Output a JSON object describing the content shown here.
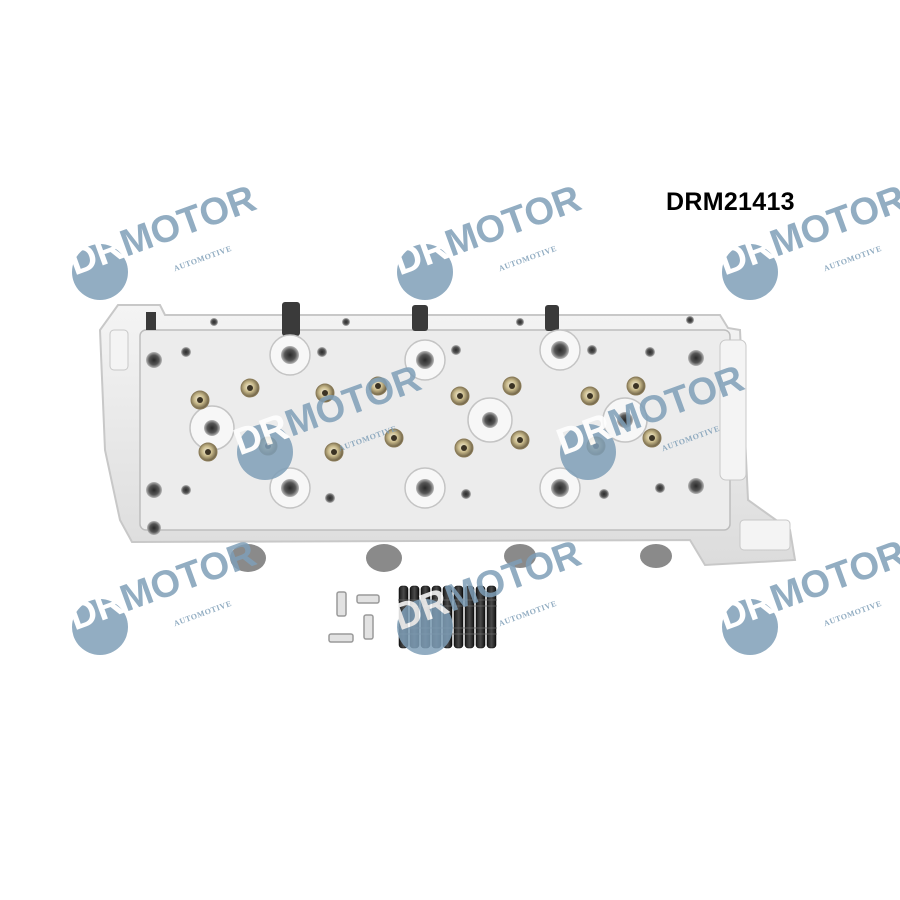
{
  "product": {
    "part_number": "DRM21413"
  },
  "watermark": {
    "brand_prefix": "DR",
    "brand_name": "MOTOR",
    "tagline": "AUTOMOTIVE",
    "color": "#7f9fb8"
  },
  "image": {
    "subject_icon": "cylinder-head-icon",
    "accessory_icons": [
      "dowel-pin-icon",
      "stud-bolt-icon"
    ],
    "background": "#ffffff"
  }
}
